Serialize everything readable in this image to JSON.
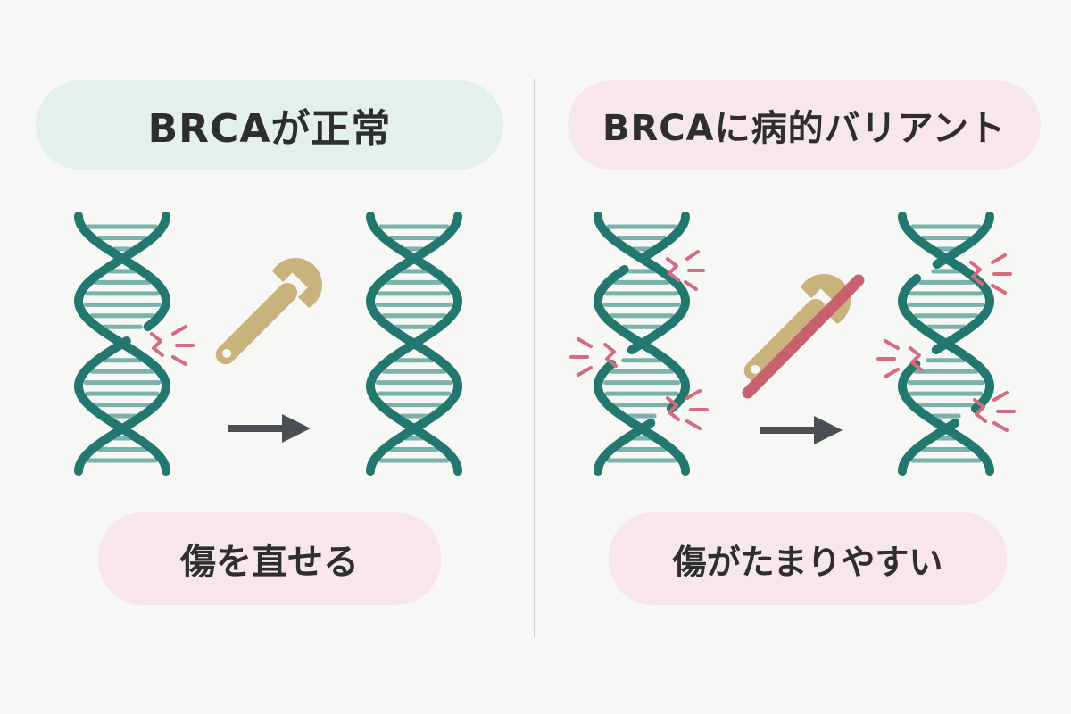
{
  "left_panel": {
    "title": "BRCAが正常",
    "caption": "傷を直せる"
  },
  "right_panel": {
    "title": "BRCAに病的バリアント",
    "caption": "傷がたまりやすい"
  },
  "colors": {
    "dna_strand": "#22786f",
    "dna_rung": "#7ab3ab",
    "wrench": "#c9b37d",
    "damage": "#d56b7f",
    "cross_out": "#c9606f",
    "arrow": "#4a4f53",
    "left_title_bg": "#e3f1ee",
    "pink_bg": "#f8e7ea"
  },
  "icons": [
    "dna-icon",
    "wrench-icon",
    "arrow-right-icon",
    "damage-spark-icon",
    "cross-out-line"
  ]
}
